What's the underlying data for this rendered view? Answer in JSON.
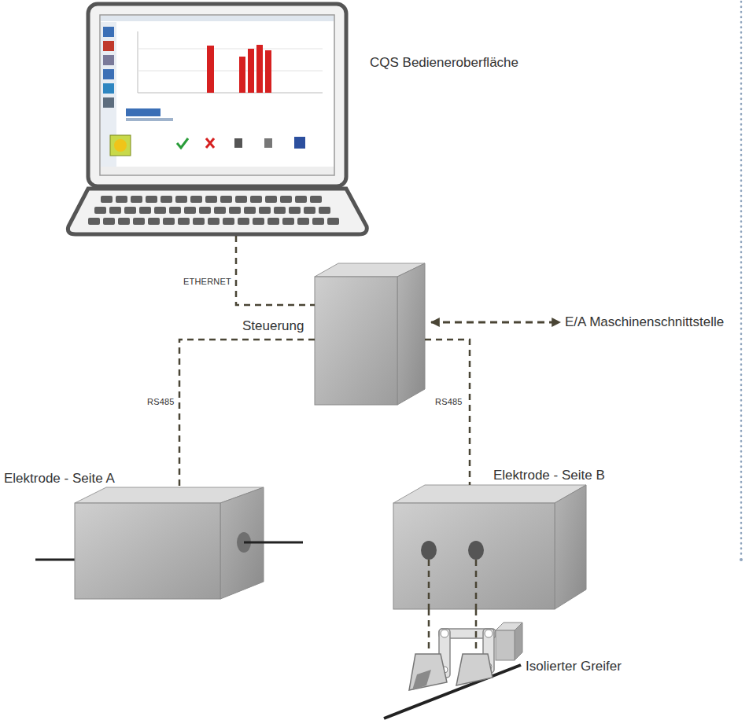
{
  "diagram": {
    "nodes": [
      {
        "text": [
          "CQS Bedieneroberfläche"
        ]
      },
      {
        "text": [
          "Steuerung"
        ]
      },
      {
        "text": [
          "Elektrode - Seite A"
        ]
      },
      {
        "text": [
          "Elektrode - Seite B"
        ]
      },
      {
        "text": [
          "Isolierter Greifer"
        ]
      }
    ],
    "edges": [
      {
        "from": 0,
        "to": 1,
        "arrow": "none",
        "label": "ETHERNET"
      },
      {
        "from": 1,
        "to": 2,
        "arrow": "none",
        "label": "RS485"
      },
      {
        "from": 1,
        "to": 3,
        "arrow": "none",
        "label": "RS485"
      },
      {
        "from": 3,
        "to": 4,
        "arrow": "none"
      },
      {
        "from": 3,
        "to": 4,
        "arrow": "none"
      }
    ],
    "labels": [
      "E/A Maschinenschnittstelle"
    ]
  }
}
